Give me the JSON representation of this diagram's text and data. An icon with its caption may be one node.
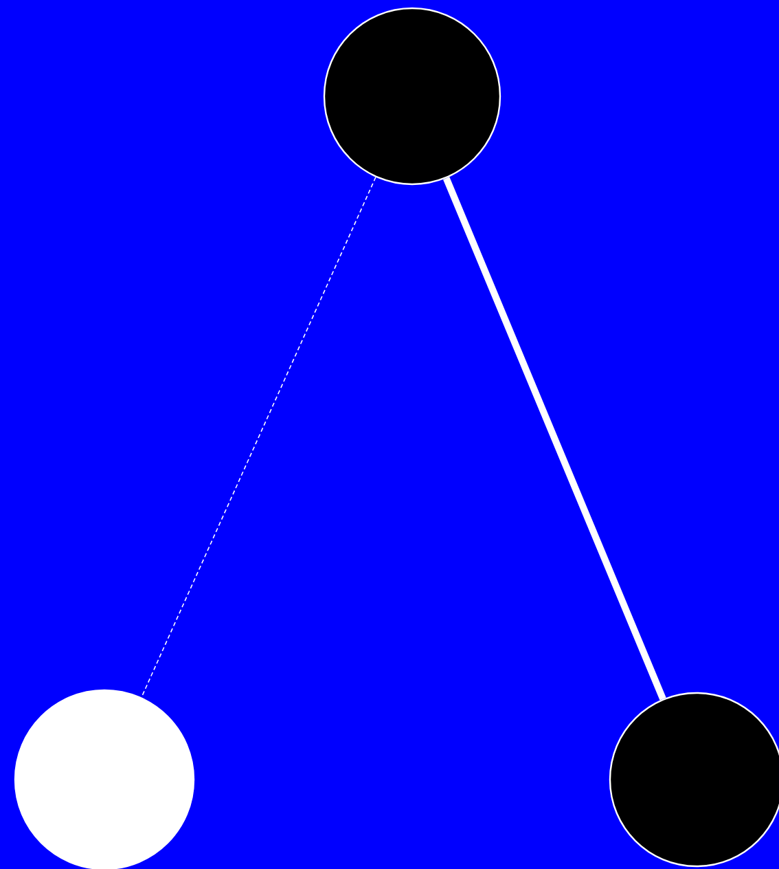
{
  "diagram": {
    "nodes": [
      {
        "text": [],
        "shape": "circle"
      },
      {
        "text": [],
        "shape": "circle"
      },
      {
        "text": [],
        "shape": "circle"
      }
    ],
    "edges": [
      {
        "from": 0,
        "to": 1,
        "arrow": "none",
        "style": "dashed"
      },
      {
        "from": 0,
        "to": 2,
        "arrow": "none",
        "style": "thick"
      }
    ]
  }
}
